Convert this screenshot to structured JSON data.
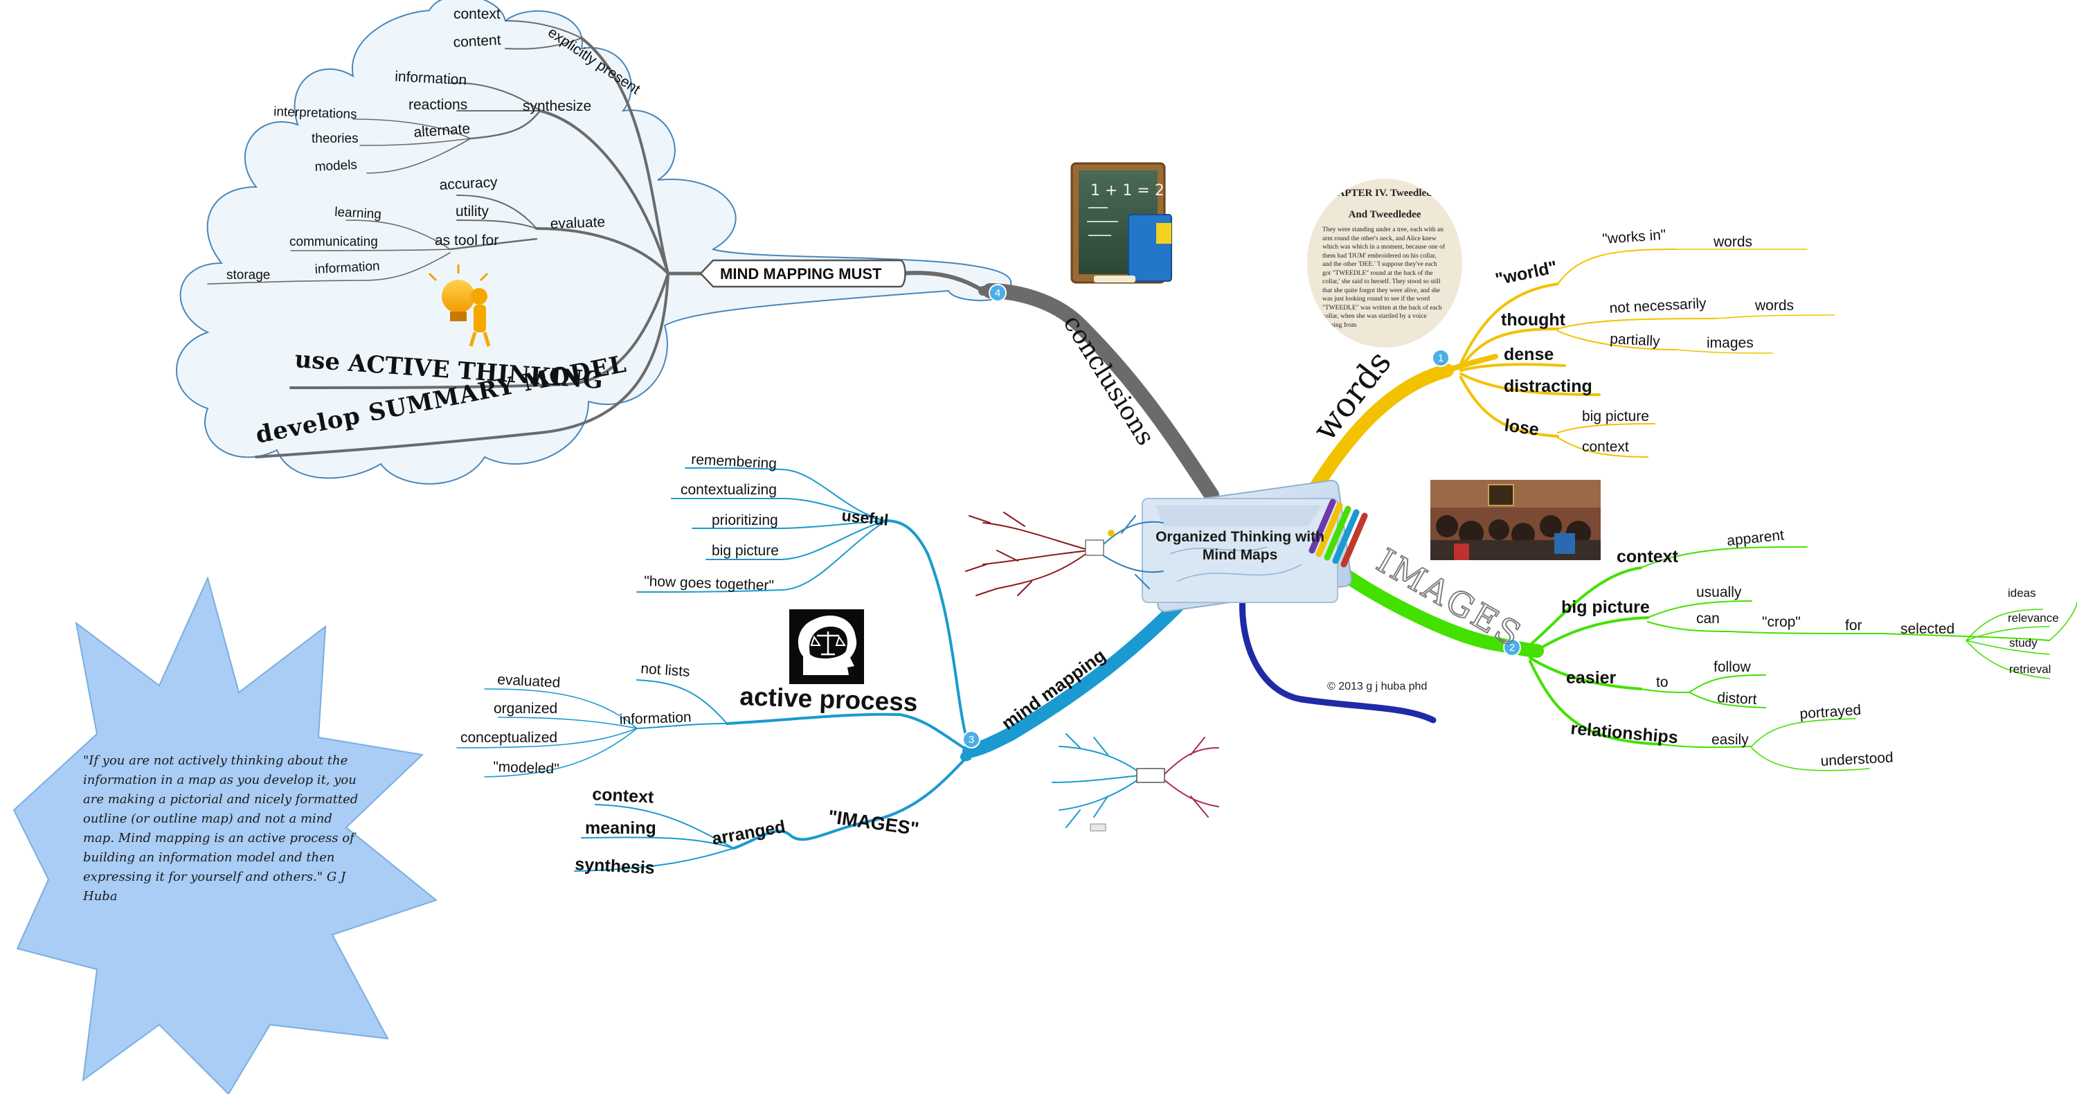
{
  "center": {
    "title_line1": "Organized Thinking with",
    "title_line2": "Mind Maps"
  },
  "copyright": "© 2013 g j huba phd",
  "colors": {
    "words": "#f2c200",
    "images": "#44e000",
    "mind_mapping": "#1a9ad0",
    "conclusions": "#6b6b6b",
    "copyright_branch": "#1f2aa8",
    "star": "#a9cdf5",
    "cloud": "#eef6fc"
  },
  "branches": {
    "words": {
      "label": "words",
      "badge": "1",
      "world": "\"world\"",
      "works_in": "\"works in\"",
      "works_in_words": "words",
      "thought": "thought",
      "not_necessarily": "not necessarily",
      "not_necessarily_words": "words",
      "partially": "partially",
      "images": "images",
      "dense": "dense",
      "distracting": "distracting",
      "lose": "lose",
      "big_picture": "big picture",
      "context": "context"
    },
    "images": {
      "label": "IMAGES",
      "badge": "2",
      "context": "context",
      "apparent": "apparent",
      "big_picture": "big picture",
      "usually": "usually",
      "can": "can",
      "crop": "\"crop\"",
      "for": "for",
      "selected": "selected",
      "ideas": "ideas",
      "relevance": "relevance",
      "study": "study",
      "retrieval": "retrieval",
      "easier": "easier",
      "to": "to",
      "follow": "follow",
      "distort": "distort",
      "relationships": "relationships",
      "easily": "easily",
      "portrayed": "portrayed",
      "understood": "understood"
    },
    "mind_mapping": {
      "label": "mind mapping",
      "badge": "3",
      "useful": "useful",
      "useful_items": [
        "remembering",
        "contextualizing",
        "prioritizing",
        "big picture",
        "\"how goes together\""
      ],
      "active_process": "active process",
      "not_lists": "not lists",
      "information": "information",
      "information_items": [
        "evaluated",
        "organized",
        "conceptualized",
        "\"modeled\""
      ],
      "images": "\"IMAGES\"",
      "arranged": "arranged",
      "arranged_items": [
        "context",
        "meaning",
        "synthesis"
      ]
    },
    "conclusions": {
      "label": "conclusions",
      "badge": "4",
      "must": "MIND MAPPING MUST",
      "explicitly_present": "explicitly present",
      "ep_items": [
        "context",
        "content"
      ],
      "synthesize": "synthesize",
      "information": "information",
      "reactions": "reactions",
      "alternate": "alternate",
      "alt_items": [
        "interpretations",
        "theories",
        "models"
      ],
      "evaluate": "evaluate",
      "accuracy": "accuracy",
      "utility": "utility",
      "as_tool_for": "as tool for",
      "tool_items": [
        "learning",
        "communicating",
        "information"
      ],
      "storage": "storage",
      "active_thinking": "use ACTIVE THINKING",
      "summary_model": "develop SUMMARY MODEL"
    }
  },
  "chalkboard": {
    "text": "1 + 1 = 2"
  },
  "chapter_image": {
    "title_line1": "APTER IV. Tweedled",
    "title_line2": "And Tweedledee",
    "body": "They were standing under a tree, each with an arm round the other's neck, and Alice knew which was which in a moment, because one of them had 'DUM' embroidered on his collar, and the other 'DEE.' 'I suppose they've each got \"TWEEDLE\" round at the back of the collar,' she said to herself. They stood so still that she quite forgot they were alive, and she was just looking round to see if the word \"TWEEDLE\" was written at the back of each collar, when she was startled by a voice coming from"
  },
  "quote": "\"If you are not actively thinking about the information in a map as you develop it, you are making a pictorial and nicely formatted outline (or outline map) and not a mind map. Mind mapping is an active process of building an information model and then expressing it for yourself and others.\" G J Huba"
}
